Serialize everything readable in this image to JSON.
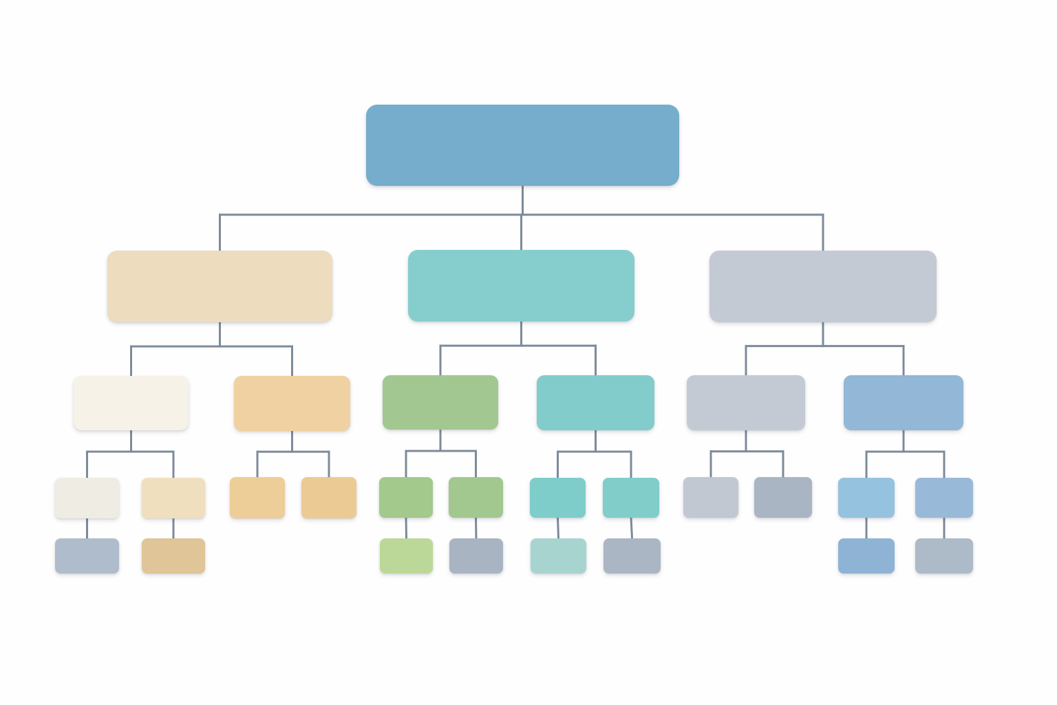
{
  "diagram": {
    "type": "org-chart",
    "line_color": "#7d8a9a",
    "root": {
      "id": "root",
      "color": "#77adcc",
      "children": [
        {
          "id": "b1",
          "color": "#eddcbd",
          "children": [
            {
              "id": "b1a",
              "color": "#f6f2e8",
              "children": [
                {
                  "id": "b1a1",
                  "color": "#efede3",
                  "children": [
                    {
                      "id": "b1a1x",
                      "color": "#aebccb",
                      "children": []
                    }
                  ]
                },
                {
                  "id": "b1a2",
                  "color": "#f0dfbe",
                  "children": [
                    {
                      "id": "b1a2x",
                      "color": "#dfc597",
                      "children": []
                    }
                  ]
                }
              ]
            },
            {
              "id": "b1b",
              "color": "#f0d2a2",
              "children": [
                {
                  "id": "b1b1",
                  "color": "#edcd98",
                  "children": []
                },
                {
                  "id": "b1b2",
                  "color": "#ebca94",
                  "children": []
                }
              ]
            }
          ]
        },
        {
          "id": "b2",
          "color": "#86cdcd",
          "children": [
            {
              "id": "b2a",
              "color": "#a3c790",
              "children": [
                {
                  "id": "b2a1",
                  "color": "#a3c98d",
                  "children": [
                    {
                      "id": "b2a1x",
                      "color": "#bcd898",
                      "children": []
                    }
                  ]
                },
                {
                  "id": "b2a2",
                  "color": "#a2c88f",
                  "children": [
                    {
                      "id": "b2a2x",
                      "color": "#a9b4c3",
                      "children": []
                    }
                  ]
                }
              ]
            },
            {
              "id": "b2b",
              "color": "#82cccb",
              "children": [
                {
                  "id": "b2b1",
                  "color": "#7ecdca",
                  "children": [
                    {
                      "id": "b2b1x",
                      "color": "#a8d4d0",
                      "children": []
                    }
                  ]
                },
                {
                  "id": "b2b2",
                  "color": "#80cdca",
                  "children": [
                    {
                      "id": "b2b2x",
                      "color": "#aab6c3",
                      "children": []
                    }
                  ]
                }
              ]
            }
          ]
        },
        {
          "id": "b3",
          "color": "#c3cad4",
          "children": [
            {
              "id": "b3a",
              "color": "#c3cad3",
              "children": [
                {
                  "id": "b3a1",
                  "color": "#c2c8d1",
                  "children": []
                },
                {
                  "id": "b3a2",
                  "color": "#a9b5c3",
                  "children": []
                }
              ]
            },
            {
              "id": "b3b",
              "color": "#92b7d7",
              "children": [
                {
                  "id": "b3b1",
                  "color": "#95c2de",
                  "children": [
                    {
                      "id": "b3b1x",
                      "color": "#8fb3d4",
                      "children": []
                    }
                  ]
                },
                {
                  "id": "b3b2",
                  "color": "#99b9d9",
                  "children": [
                    {
                      "id": "b3b2x",
                      "color": "#adbac7",
                      "children": []
                    }
                  ]
                }
              ]
            }
          ]
        }
      ]
    }
  }
}
